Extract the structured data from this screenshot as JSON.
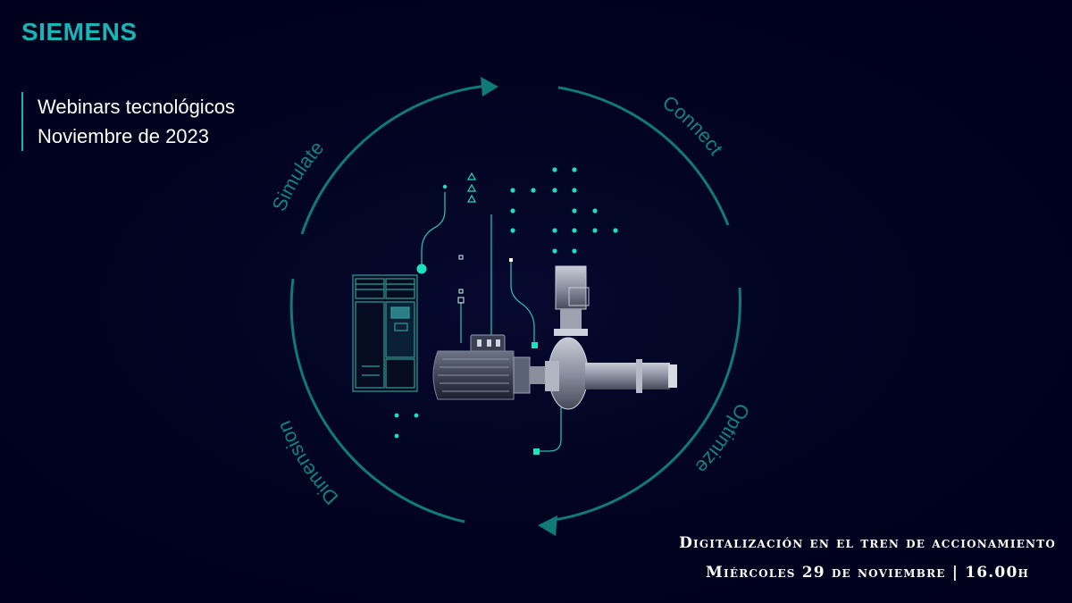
{
  "brand": {
    "logo_text": "SIEMENS"
  },
  "header": {
    "line1": "Webinars tecnológicos",
    "line2": "Noviembre de 2023"
  },
  "cycle": {
    "labels": [
      "Simulate",
      "Connect",
      "Optimize",
      "Dimension"
    ]
  },
  "event": {
    "title": "Digitalización en el tren de accionamiento",
    "datetime": "Miércoles 29 de noviembre | 16.00h"
  },
  "colors": {
    "background": "#000024",
    "accent": "#1bb4b4",
    "ring": "#0f7a78",
    "text": "#ffffff"
  }
}
